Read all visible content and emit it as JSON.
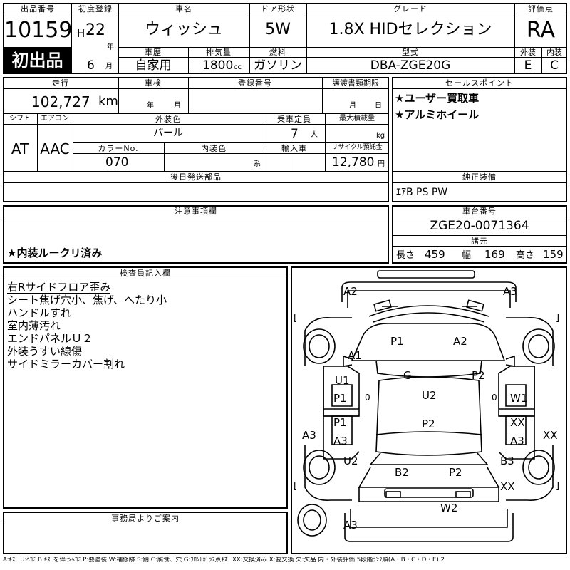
{
  "header": {
    "lot_label": "出品番号",
    "lot_no": "10159",
    "first_badge": "初出品",
    "reg_label": "初度登録",
    "era": "H",
    "year": "22",
    "year_unit": "年",
    "month": "6",
    "month_unit": "月",
    "name_label": "車名",
    "name": "ウィッシュ",
    "door_label": "ドア形状",
    "door": "5W",
    "grade_label": "グレード",
    "grade": "1.8X HIDセレクション",
    "score_label": "評価点",
    "score": "RA",
    "history_label": "車歴",
    "history": "自家用",
    "disp_label": "排気量",
    "disp": "1800",
    "disp_unit": "cc",
    "fuel_label": "燃料",
    "fuel": "ガソリン",
    "model_label": "型式",
    "model": "DBA-ZGE20G",
    "ext_label": "外装",
    "ext": "E",
    "int_label": "内装",
    "int": "C"
  },
  "row2": {
    "mileage_label": "走行",
    "mileage": "102,727",
    "mileage_unit": "km",
    "inspect_label": "車検",
    "inspect_year": "年",
    "inspect_month": "月",
    "regno_label": "登録番号",
    "deadline_label": "譲渡書類期限",
    "deadline_month": "月",
    "deadline_day": "日",
    "shift_label": "シフト",
    "shift": "AT",
    "ac_label": "エアコン",
    "ac": "AAC",
    "color_label": "外装色",
    "color": "パール",
    "seats_label": "乗車定員",
    "seats": "7",
    "seats_unit": "人",
    "load_label": "最大積載量",
    "load_unit": "kg",
    "colorno_label": "カラーNo.",
    "colorno": "070",
    "intcolor_label": "内装色",
    "intcolor_unit": "系",
    "import_label": "輸入車",
    "recycle_label": "リサイクル預託金",
    "recycle": "12,780",
    "recycle_unit": "円",
    "later_label": "後日発送部品"
  },
  "sales": {
    "label": "セールスポイント",
    "items": [
      "★ユーザー買取車",
      "★アルミホイール"
    ]
  },
  "equip": {
    "label": "純正装備",
    "value": "ｴｱB PS PW"
  },
  "notes": {
    "label": "注意事項欄",
    "text": "★内装ルークリ済み"
  },
  "chassis": {
    "label": "車台番号",
    "value": "ZGE20-0071364"
  },
  "dims": {
    "label": "諸元",
    "len_label": "長さ",
    "len": "459",
    "wid_label": "幅",
    "wid": "169",
    "hgt_label": "高さ",
    "hgt": "159"
  },
  "inspector": {
    "label": "検査員記入欄",
    "lines": [
      "右Rサイドフロア歪み",
      "シート焦げ穴小、焦げ、へたり小",
      "ハンドルすれ",
      "室内薄汚れ",
      "エンドパネルＵ２",
      "外装うすい線傷",
      "サイドミラーカバー割れ"
    ]
  },
  "office": {
    "label": "事務局よりご案内"
  },
  "diagram": {
    "marks": [
      "A2",
      "A3",
      "P1",
      "A2",
      "A1",
      "U1",
      "G",
      "P2",
      "P1",
      "0",
      "U2",
      "0",
      "W1",
      "P1",
      "XX",
      "A3",
      "P2",
      "A3",
      "XX",
      "A3",
      "U2",
      "B3",
      "B2",
      "P2",
      "XX",
      "W2",
      "A3"
    ],
    "bracket_l": "[",
    "bracket_r": "]"
  },
  "legend": "A:ｷｽﾞ U:ﾍｺﾐ B:ｷｽﾞを伴うﾍｺﾐ P:要塗装 W:補修跡 S:錆 C:腐食、穴 G:ﾌﾛﾝﾄｶﾞﾗｽ点ｷｽﾞ XX:交換済み X:要交換 欠:欠品 内・外装評価 5段階ﾗﾝｸ順(A・B・C・D・E) 2"
}
